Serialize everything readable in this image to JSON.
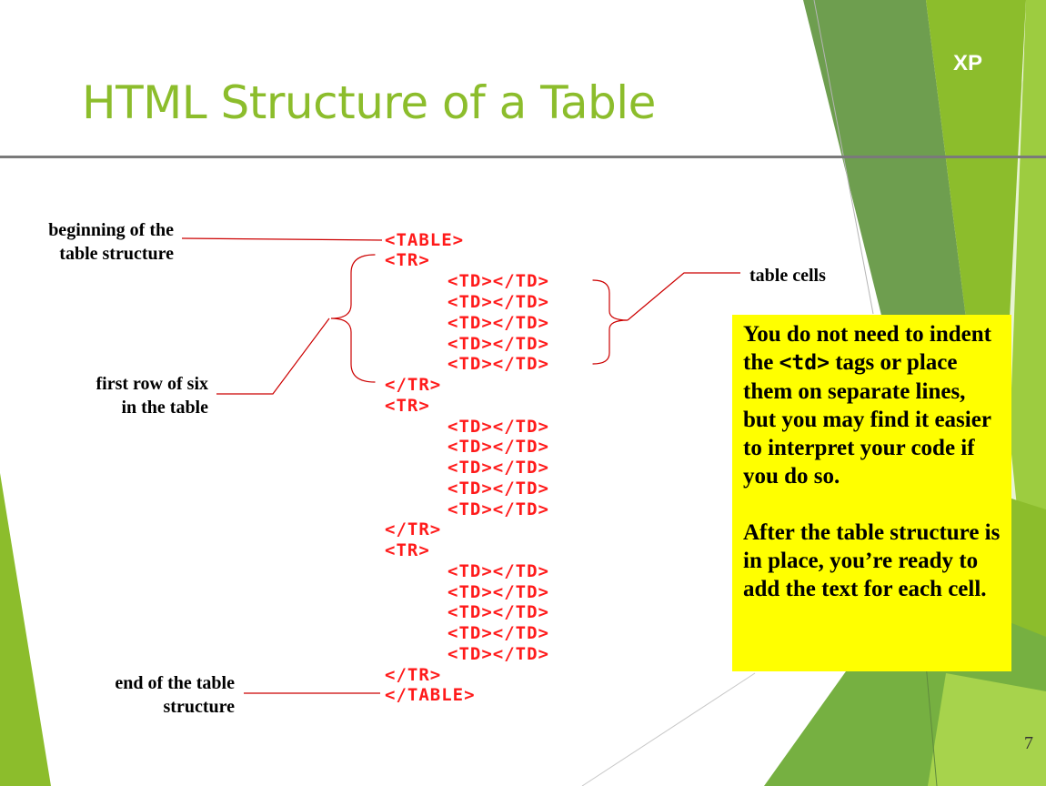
{
  "slide": {
    "badge": "XP",
    "title": "HTML Structure of a Table",
    "page_number": "7"
  },
  "annotations": {
    "beginning": "beginning of the\ntable structure",
    "first_row": "first row of six\nin the table",
    "end": "end of the table\nstructure",
    "cells": "table cells"
  },
  "code": {
    "table_open": "<TABLE>",
    "table_close": "</TABLE>",
    "rows": [
      {
        "open": "<TR>",
        "cells": [
          "<TD></TD>",
          "<TD></TD>",
          "<TD></TD>",
          "<TD></TD>",
          "<TD></TD>"
        ],
        "close": "</TR>"
      },
      {
        "open": "<TR>",
        "cells": [
          "<TD></TD>",
          "<TD></TD>",
          "<TD></TD>",
          "<TD></TD>",
          "<TD></TD>"
        ],
        "close": "</TR>"
      },
      {
        "open": "<TR>",
        "cells": [
          "<TD></TD>",
          "<TD></TD>",
          "<TD></TD>",
          "<TD></TD>",
          "<TD></TD>"
        ],
        "close": "</TR>"
      }
    ]
  },
  "note": {
    "p1_before": "You do not need to indent the ",
    "p1_code": "<td>",
    "p1_after": " tags or place them on separate lines, but you may find it easier to interpret your code if you do so.",
    "p2": "After the table structure is in place, you’re ready to add the text for each cell."
  },
  "colors": {
    "title_green": "#8cbd2c",
    "code_red": "#ff1a1a",
    "note_yellow": "#ffff00",
    "leader_red": "#cc0000"
  }
}
